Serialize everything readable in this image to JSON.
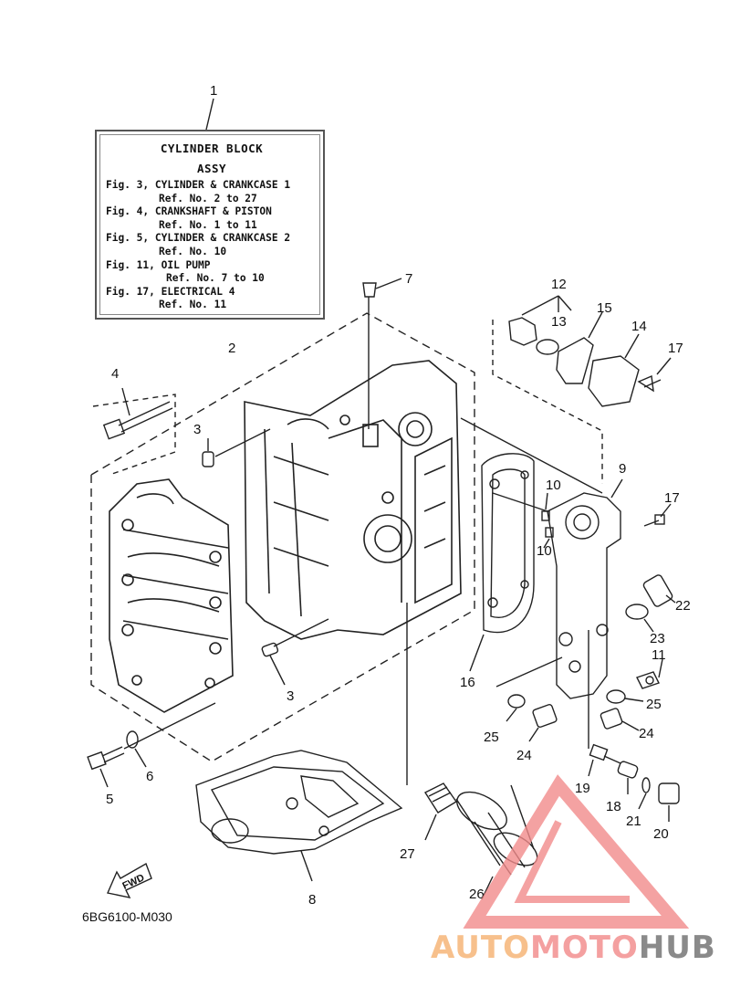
{
  "legend": {
    "title_line1": "CYLINDER BLOCK",
    "title_line2": "ASSY",
    "lines": [
      "Fig. 3, CYLINDER & CRANKCASE 1",
      "Ref. No. 2 to 27",
      "Fig. 4, CRANKSHAFT & PISTON",
      "Ref. No. 1 to 11",
      "Fig. 5, CYLINDER & CRANKCASE 2",
      "Ref. No. 10",
      "Fig. 11, OIL PUMP",
      "Ref. No. 7 to 10",
      "Fig. 17, ELECTRICAL 4",
      "Ref. No. 11"
    ]
  },
  "callouts": [
    "1",
    "2",
    "3",
    "3",
    "4",
    "5",
    "6",
    "7",
    "8",
    "9",
    "10",
    "10",
    "11",
    "12",
    "13",
    "14",
    "15",
    "16",
    "17",
    "17",
    "18",
    "19",
    "20",
    "21",
    "22",
    "23",
    "24",
    "24",
    "25",
    "25",
    "26",
    "27"
  ],
  "fwd_label": "FWD",
  "diagram_code": "6BG6100-M030",
  "watermark": {
    "part1": "AUTO",
    "part2": "MOTO",
    "part3": "HUB"
  },
  "colors": {
    "line": "#222222",
    "watermark_red": "#f28b8b",
    "watermark_orange": "#f7b77a",
    "watermark_gray": "#8a8a8a"
  }
}
